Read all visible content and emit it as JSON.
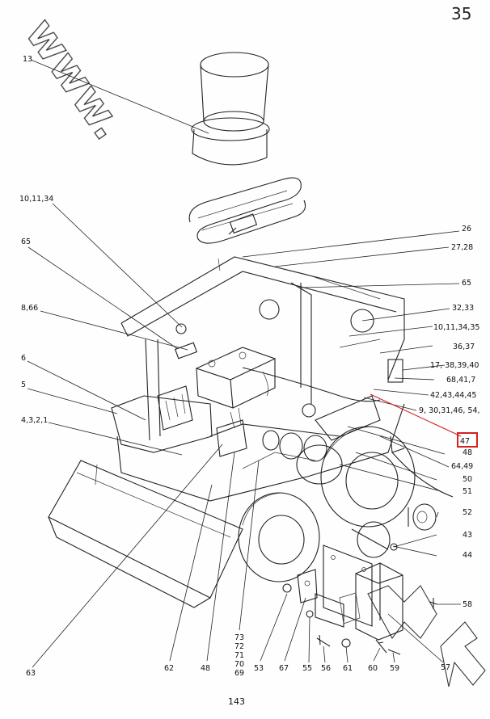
{
  "page_number": "35",
  "footer_number": "143",
  "watermark_text": "www.",
  "highlight_color": "#d42020",
  "callouts": [
    {
      "id": "c13",
      "text": "13"
    },
    {
      "id": "c10_11_34",
      "text": "10,11,34"
    },
    {
      "id": "c65_left",
      "text": "65"
    },
    {
      "id": "c8_66",
      "text": "8,66"
    },
    {
      "id": "c6",
      "text": "6"
    },
    {
      "id": "c5",
      "text": "5"
    },
    {
      "id": "c4_3_2_1",
      "text": "4,3,2,1"
    },
    {
      "id": "c26",
      "text": "26"
    },
    {
      "id": "c27_28",
      "text": "27,28"
    },
    {
      "id": "c65_right",
      "text": "65"
    },
    {
      "id": "c32_33",
      "text": "32,33"
    },
    {
      "id": "c10_11_34_35",
      "text": "10,11,34,35"
    },
    {
      "id": "c36_37",
      "text": "36,37"
    },
    {
      "id": "c17_38",
      "text": "17, 38,39,40"
    },
    {
      "id": "c68_41_7",
      "text": "68,41,7"
    },
    {
      "id": "c42_45",
      "text": "42,43,44,45"
    },
    {
      "id": "c9_30",
      "text": "9, 30,31,46, 54,"
    },
    {
      "id": "c47",
      "text": "47",
      "highlight": true
    },
    {
      "id": "c48",
      "text": "48"
    },
    {
      "id": "c64_49",
      "text": "64,49"
    },
    {
      "id": "c50",
      "text": "50"
    },
    {
      "id": "c51",
      "text": "51"
    },
    {
      "id": "c52",
      "text": "52"
    },
    {
      "id": "c43",
      "text": "43"
    },
    {
      "id": "c44",
      "text": "44"
    },
    {
      "id": "c58",
      "text": "58"
    },
    {
      "id": "c57",
      "text": "57"
    },
    {
      "id": "c59",
      "text": "59"
    },
    {
      "id": "c60",
      "text": "60"
    },
    {
      "id": "c61",
      "text": "61"
    },
    {
      "id": "c56",
      "text": "56"
    },
    {
      "id": "c55",
      "text": "55"
    },
    {
      "id": "c67",
      "text": "67"
    },
    {
      "id": "c53",
      "text": "53"
    },
    {
      "id": "c73",
      "text": "73"
    },
    {
      "id": "c72",
      "text": "72"
    },
    {
      "id": "c71",
      "text": "71"
    },
    {
      "id": "c70",
      "text": "70"
    },
    {
      "id": "c69",
      "text": "69"
    },
    {
      "id": "c48_bottom",
      "text": "48"
    },
    {
      "id": "c62",
      "text": "62"
    },
    {
      "id": "c63",
      "text": "63"
    }
  ]
}
